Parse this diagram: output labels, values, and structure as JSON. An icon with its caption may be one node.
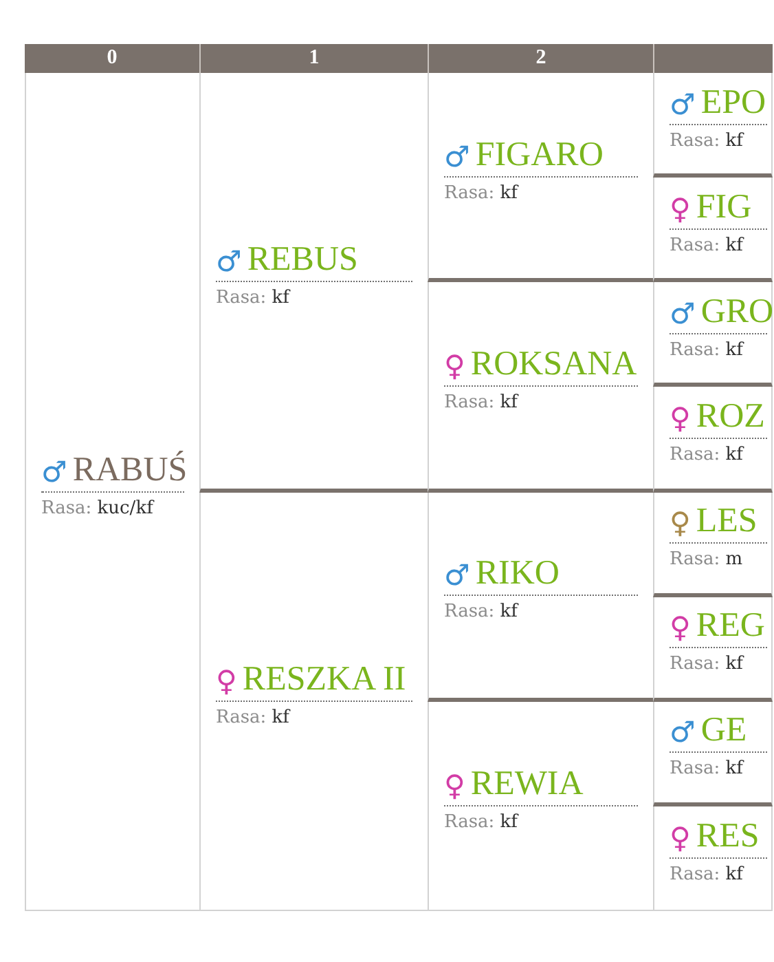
{
  "diagram": {
    "nodes": [
      {
        "text": [
          "♂",
          "RABUŚ",
          "Rasa:",
          "kuc/kf"
        ]
      },
      {
        "text": [
          "♂",
          "REBUS",
          "Rasa:",
          "kf"
        ]
      },
      {
        "text": [
          "♀",
          "RESZKA II",
          "Rasa:",
          "kf"
        ]
      },
      {
        "text": [
          "♂",
          "FIGARO",
          "Rasa:",
          "kf"
        ]
      },
      {
        "text": [
          "♀",
          "ROKSANA",
          "Rasa:",
          "kf"
        ]
      },
      {
        "text": [
          "♂",
          "RIKO",
          "Rasa:",
          "kf"
        ]
      },
      {
        "text": [
          "♀",
          "REWIA",
          "Rasa:",
          "kf"
        ]
      },
      {
        "text": [
          "♂",
          "EPO",
          "Rasa:",
          "kf"
        ]
      },
      {
        "text": [
          "♀",
          "FIG",
          "Rasa:",
          "kf"
        ]
      },
      {
        "text": [
          "♂",
          "GRO",
          "Rasa:",
          "kf"
        ]
      },
      {
        "text": [
          "♀",
          "ROZ",
          "Rasa:",
          "kf"
        ]
      },
      {
        "text": [
          "♀",
          "LES",
          "Rasa:",
          "m"
        ]
      },
      {
        "text": [
          "♀",
          "REG",
          "Rasa:",
          "kf"
        ]
      },
      {
        "text": [
          "♂",
          "GE",
          "Rasa:",
          "kf"
        ]
      },
      {
        "text": [
          "♀",
          "RES",
          "Rasa:",
          "kf"
        ]
      }
    ],
    "edges": [],
    "labels": [
      "0",
      "1",
      "2"
    ]
  }
}
